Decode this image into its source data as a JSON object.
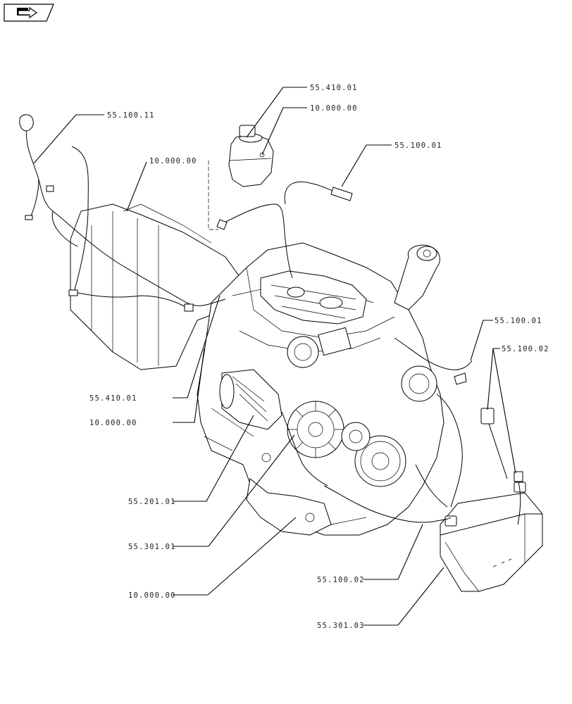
{
  "nav_icon": {
    "name": "arrow-icon"
  },
  "callouts": [
    {
      "id": "c1",
      "label": "55.410.01"
    },
    {
      "id": "c2",
      "label": "10.000.00"
    },
    {
      "id": "c3",
      "label": "55.100.11"
    },
    {
      "id": "c4",
      "label": "55.100.01"
    },
    {
      "id": "c5",
      "label": "10.000.00"
    },
    {
      "id": "c6",
      "label": "55.100.01"
    },
    {
      "id": "c7",
      "label": "55.100.02"
    },
    {
      "id": "c8",
      "label": "55.410.01"
    },
    {
      "id": "c9",
      "label": "10.000.00"
    },
    {
      "id": "c10",
      "label": "55.201.01"
    },
    {
      "id": "c11",
      "label": "55.301.01"
    },
    {
      "id": "c12",
      "label": "10.000.00"
    },
    {
      "id": "c13",
      "label": "55.100.02"
    },
    {
      "id": "c14",
      "label": "55.301.03"
    }
  ]
}
